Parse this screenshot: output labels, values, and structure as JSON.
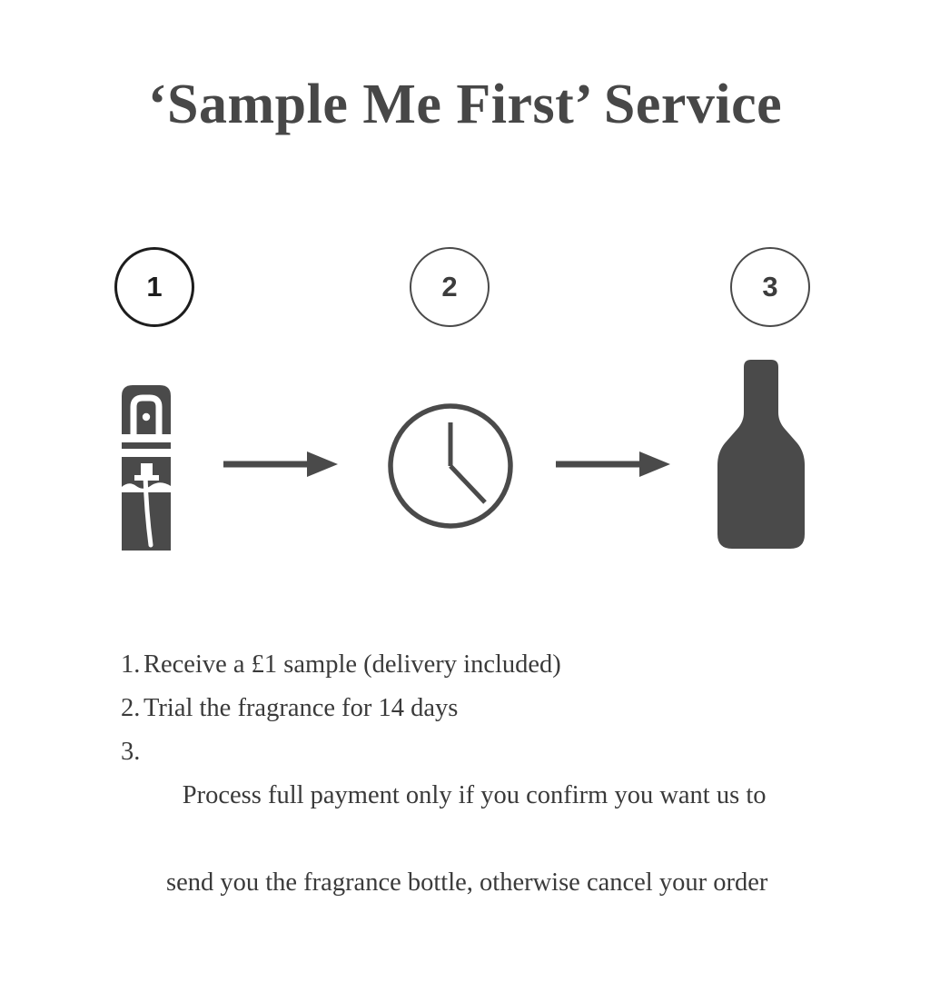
{
  "page": {
    "title": "‘Sample Me First’ Service",
    "background_color": "#ffffff",
    "ink_color": "#4a4a4a",
    "text_color": "#3a3a3a"
  },
  "steps": [
    {
      "number": "1",
      "icon": "sample-vial-icon",
      "circle_color": "#1d1d1d"
    },
    {
      "number": "2",
      "icon": "clock-icon",
      "circle_color": "#4a4a4a"
    },
    {
      "number": "3",
      "icon": "fragrance-bottle-icon",
      "circle_color": "#4a4a4a"
    }
  ],
  "arrows": [
    {
      "name": "arrow-step1-to-step2",
      "direction": "right"
    },
    {
      "name": "arrow-step2-to-step3",
      "direction": "right"
    }
  ],
  "list": [
    {
      "marker": "1.",
      "line1": "Receive a £1 sample (delivery included)",
      "line2": ""
    },
    {
      "marker": "2.",
      "line1": "Trial the fragrance for 14 days",
      "line2": ""
    },
    {
      "marker": "3.",
      "line1": "Process full payment only if you confirm you want us to",
      "line2": "send you the fragrance bottle, otherwise cancel your order"
    }
  ]
}
